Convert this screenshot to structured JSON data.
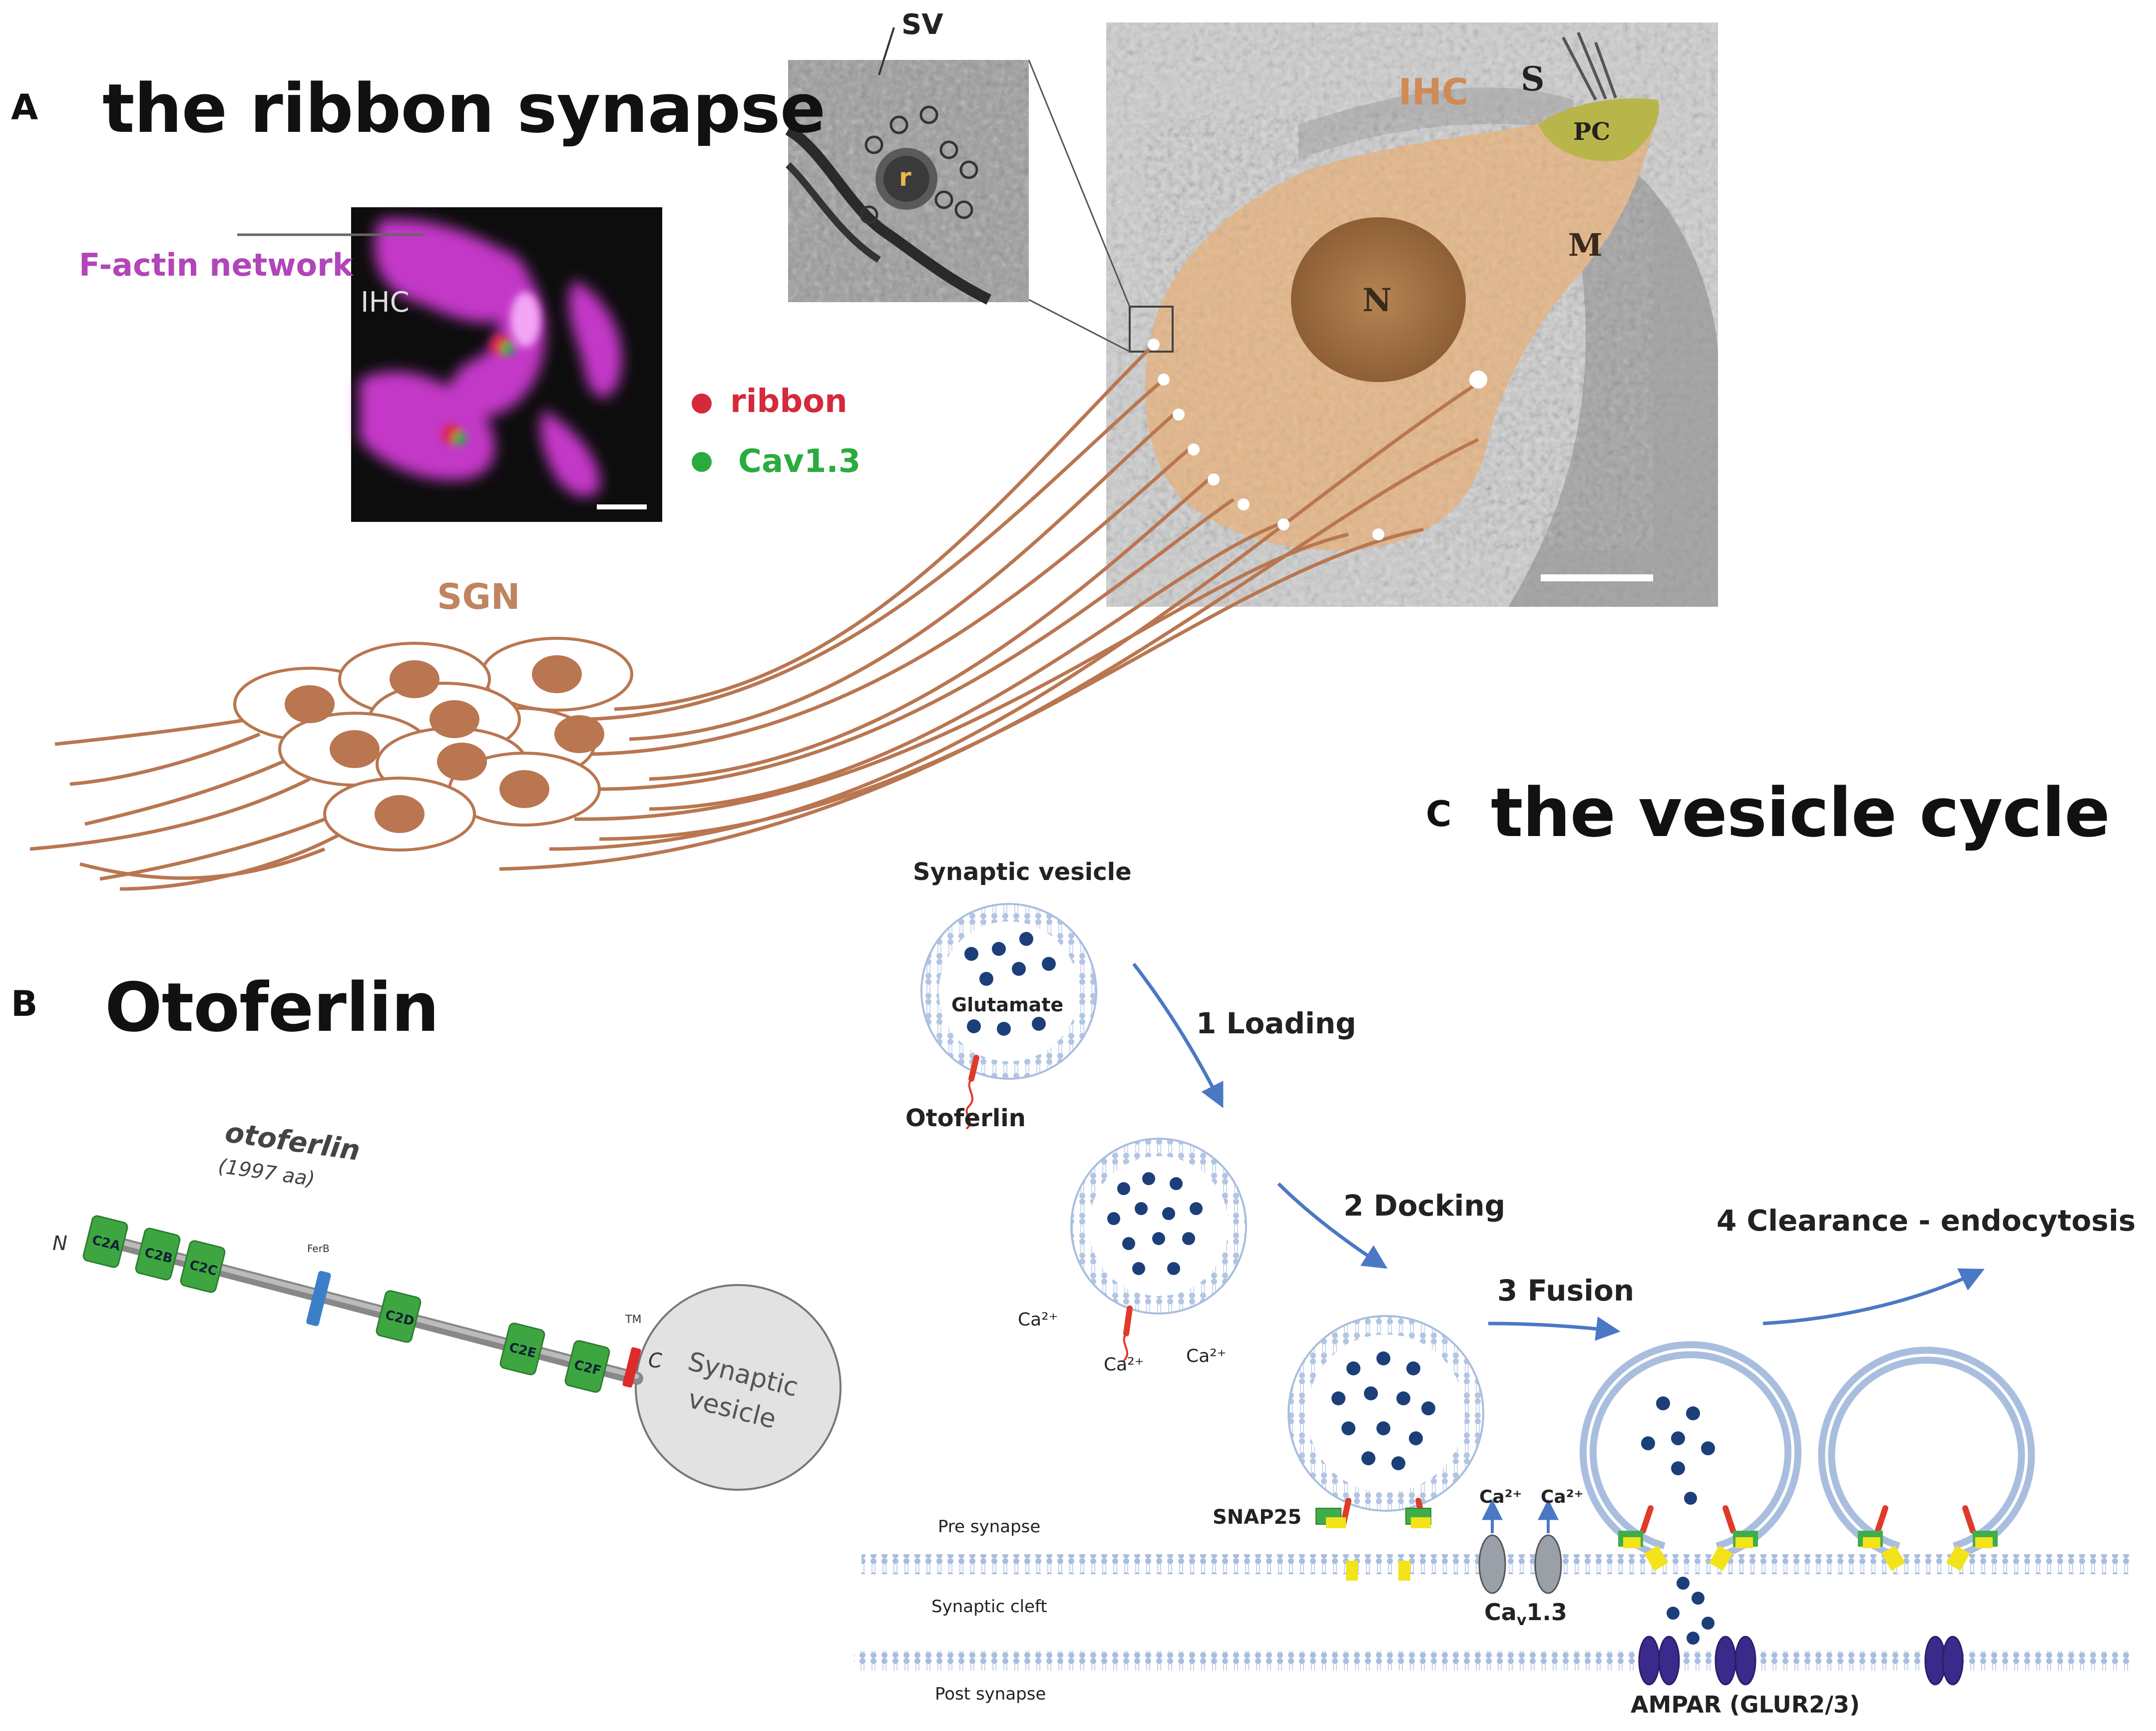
{
  "panel_a": {
    "letter": "A",
    "title": "the ribbon synapse",
    "factin_label": "F-actin network",
    "inset_ihc": "IHC",
    "legend_ribbon": "ribbon",
    "legend_cav": "Cav1.3",
    "sgn_label": "SGN",
    "em_sv": "SV",
    "em_r": "r",
    "em_ihc": "IHC",
    "em_s": "S",
    "em_pc": "PC",
    "em_m": "M",
    "em_n": "N",
    "colors": {
      "magenta": "#d23fd6",
      "ribbon": "#d42a3c",
      "cav": "#2bab3f",
      "cell": "#e8b98c",
      "sgn": "#b97650"
    }
  },
  "panel_b": {
    "letter": "B",
    "title": "Otoferlin",
    "protein_name": "otoferlin",
    "protein_length": "(1997 aa)",
    "n_term": "N",
    "c_term": "C",
    "domains": [
      "C2A",
      "C2B",
      "C2C",
      "FerB",
      "C2D",
      "C2E",
      "C2F"
    ],
    "tm": "TM",
    "vesicle_line1": "Synaptic",
    "vesicle_line2": "vesicle"
  },
  "panel_c": {
    "letter": "C",
    "title": "the vesicle cycle",
    "synaptic_vesicle": "Synaptic vesicle",
    "glutamate": "Glutamate",
    "otoferlin": "Otoferlin",
    "step1": "1 Loading",
    "step2": "2 Docking",
    "step3": "3 Fusion",
    "step4": "4 Clearance - endocytosis",
    "ca": "Ca²⁺",
    "snap25": "SNAP25",
    "pre": "Pre synapse",
    "cleft": "Synaptic cleft",
    "post": "Post synapse",
    "cav_main": "Ca",
    "cav_sub": "v",
    "cav_rest": "1.3",
    "ampar": "AMPAR (GLUR2/3)"
  }
}
